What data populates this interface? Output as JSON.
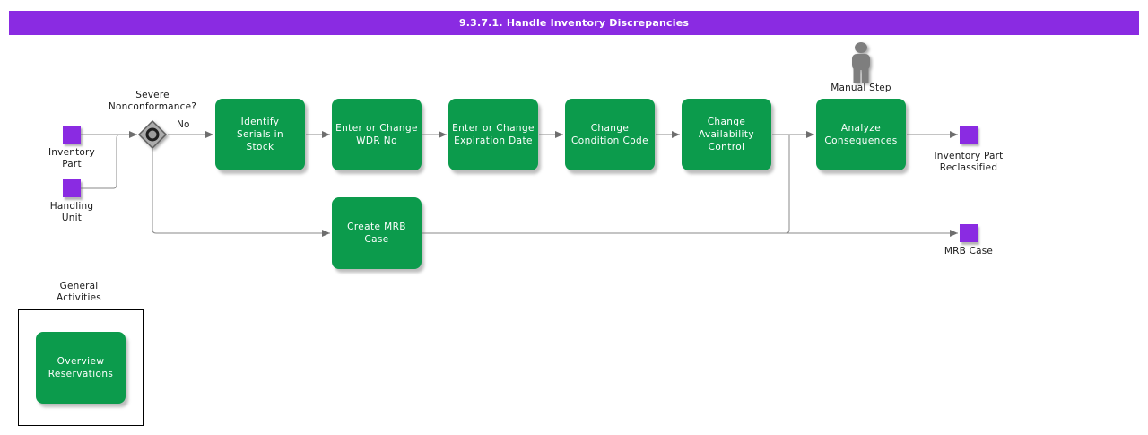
{
  "header": {
    "title": "9.3.7.1. Handle Inventory Discrepancies"
  },
  "flow": {
    "decision": {
      "question": "Severe Nonconformance?",
      "branch_label": "No"
    },
    "activities": [
      {
        "label": "Identify Serials in Stock"
      },
      {
        "label": "Enter or Change WDR No"
      },
      {
        "label": "Enter or Change Expiration Date"
      },
      {
        "label": "Change Condition Code"
      },
      {
        "label": "Change Availability Control"
      },
      {
        "label": "Analyze Consequences"
      },
      {
        "label": "Create MRB Case"
      }
    ],
    "artifacts": [
      {
        "label": "Inventory Part"
      },
      {
        "label": "Handling Unit"
      },
      {
        "label": "Inventory Part Reclassified"
      },
      {
        "label": "MRB Case"
      }
    ],
    "manual_step_label": "Manual Step"
  },
  "general_activities": {
    "title": "General Activities",
    "activities": [
      {
        "label": "Overview Reservations"
      }
    ]
  },
  "colors": {
    "header_bar": "#8a2be2",
    "activity_green": "#0c9b4c",
    "artifact_purple": "#8a2be2",
    "connector_gray": "#8a8a8a",
    "icon_gray": "#7e7e7e"
  }
}
